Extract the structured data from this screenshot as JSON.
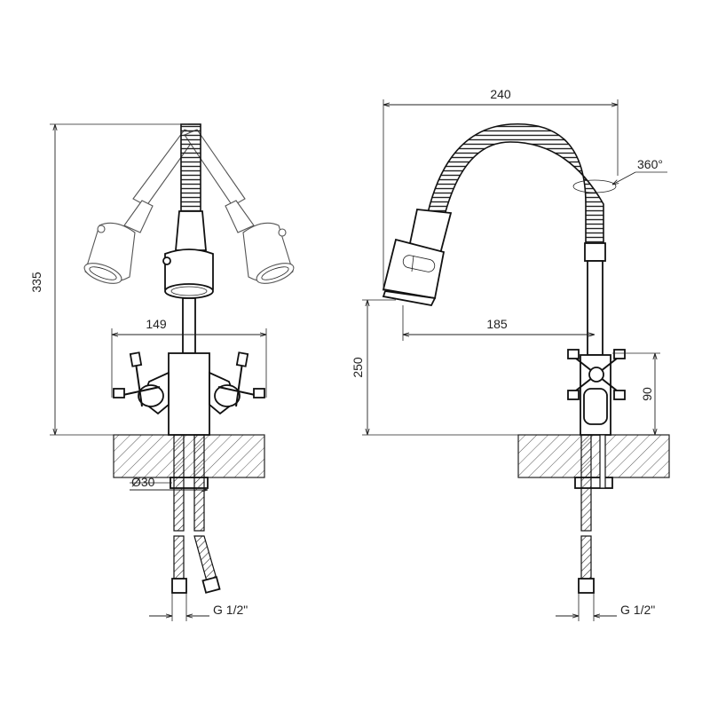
{
  "diagram": {
    "front_view": {
      "total_height": "335",
      "handle_span": "149",
      "base_diameter": "Ø30",
      "thread": "G 1/2\""
    },
    "side_view": {
      "reach_total": "240",
      "swivel": "360°",
      "spout_reach": "185",
      "spout_height": "250",
      "body_height": "90",
      "thread": "G 1/2\""
    }
  }
}
